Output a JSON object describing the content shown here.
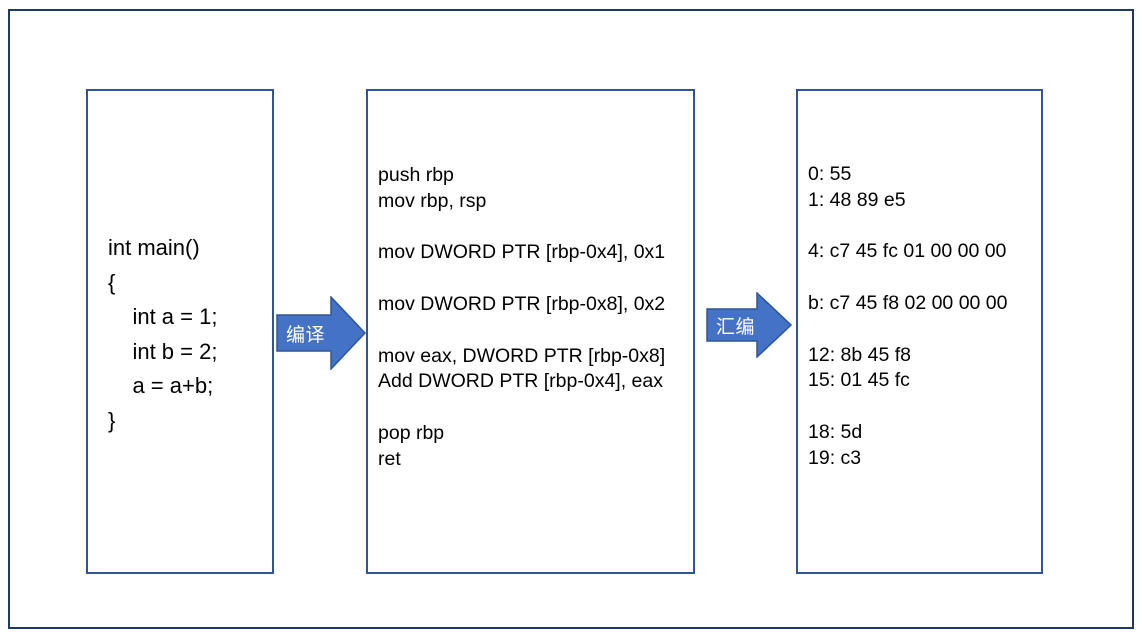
{
  "diagram": {
    "title": "C compilation pipeline: source code to assembly to machine code",
    "frame_color": "#1F3864",
    "box_border_color": "#2F5597",
    "arrow_fill_color": "#4472C4",
    "arrow_stroke_color": "#2F5597",
    "arrow_label_color": "#FFFFFF",
    "background_color": "#FFFFFF"
  },
  "boxes": {
    "source": {
      "name": "source-code",
      "text": "int main()\n{\n    int a = 1;\n    int b = 2;\n    a = a+b;\n}"
    },
    "assembly": {
      "name": "assembly-code",
      "text": "push rbp\nmov rbp, rsp\n\nmov DWORD PTR [rbp-0x4], 0x1\n\nmov DWORD PTR [rbp-0x8], 0x2\n\nmov eax, DWORD PTR [rbp-0x8]\nAdd DWORD PTR [rbp-0x4], eax\n\npop rbp\nret"
    },
    "machine": {
      "name": "machine-code",
      "text": "0: 55\n1: 48 89 e5\n\n4: c7 45 fc 01 00 00 00\n\nb: c7 45 f8 02 00 00 00\n\n12: 8b 45 f8\n15: 01 45 fc\n\n18: 5d\n19: c3"
    }
  },
  "arrows": [
    {
      "name": "arrow-compile",
      "label": "编译"
    },
    {
      "name": "arrow-assemble",
      "label": "汇编"
    }
  ]
}
